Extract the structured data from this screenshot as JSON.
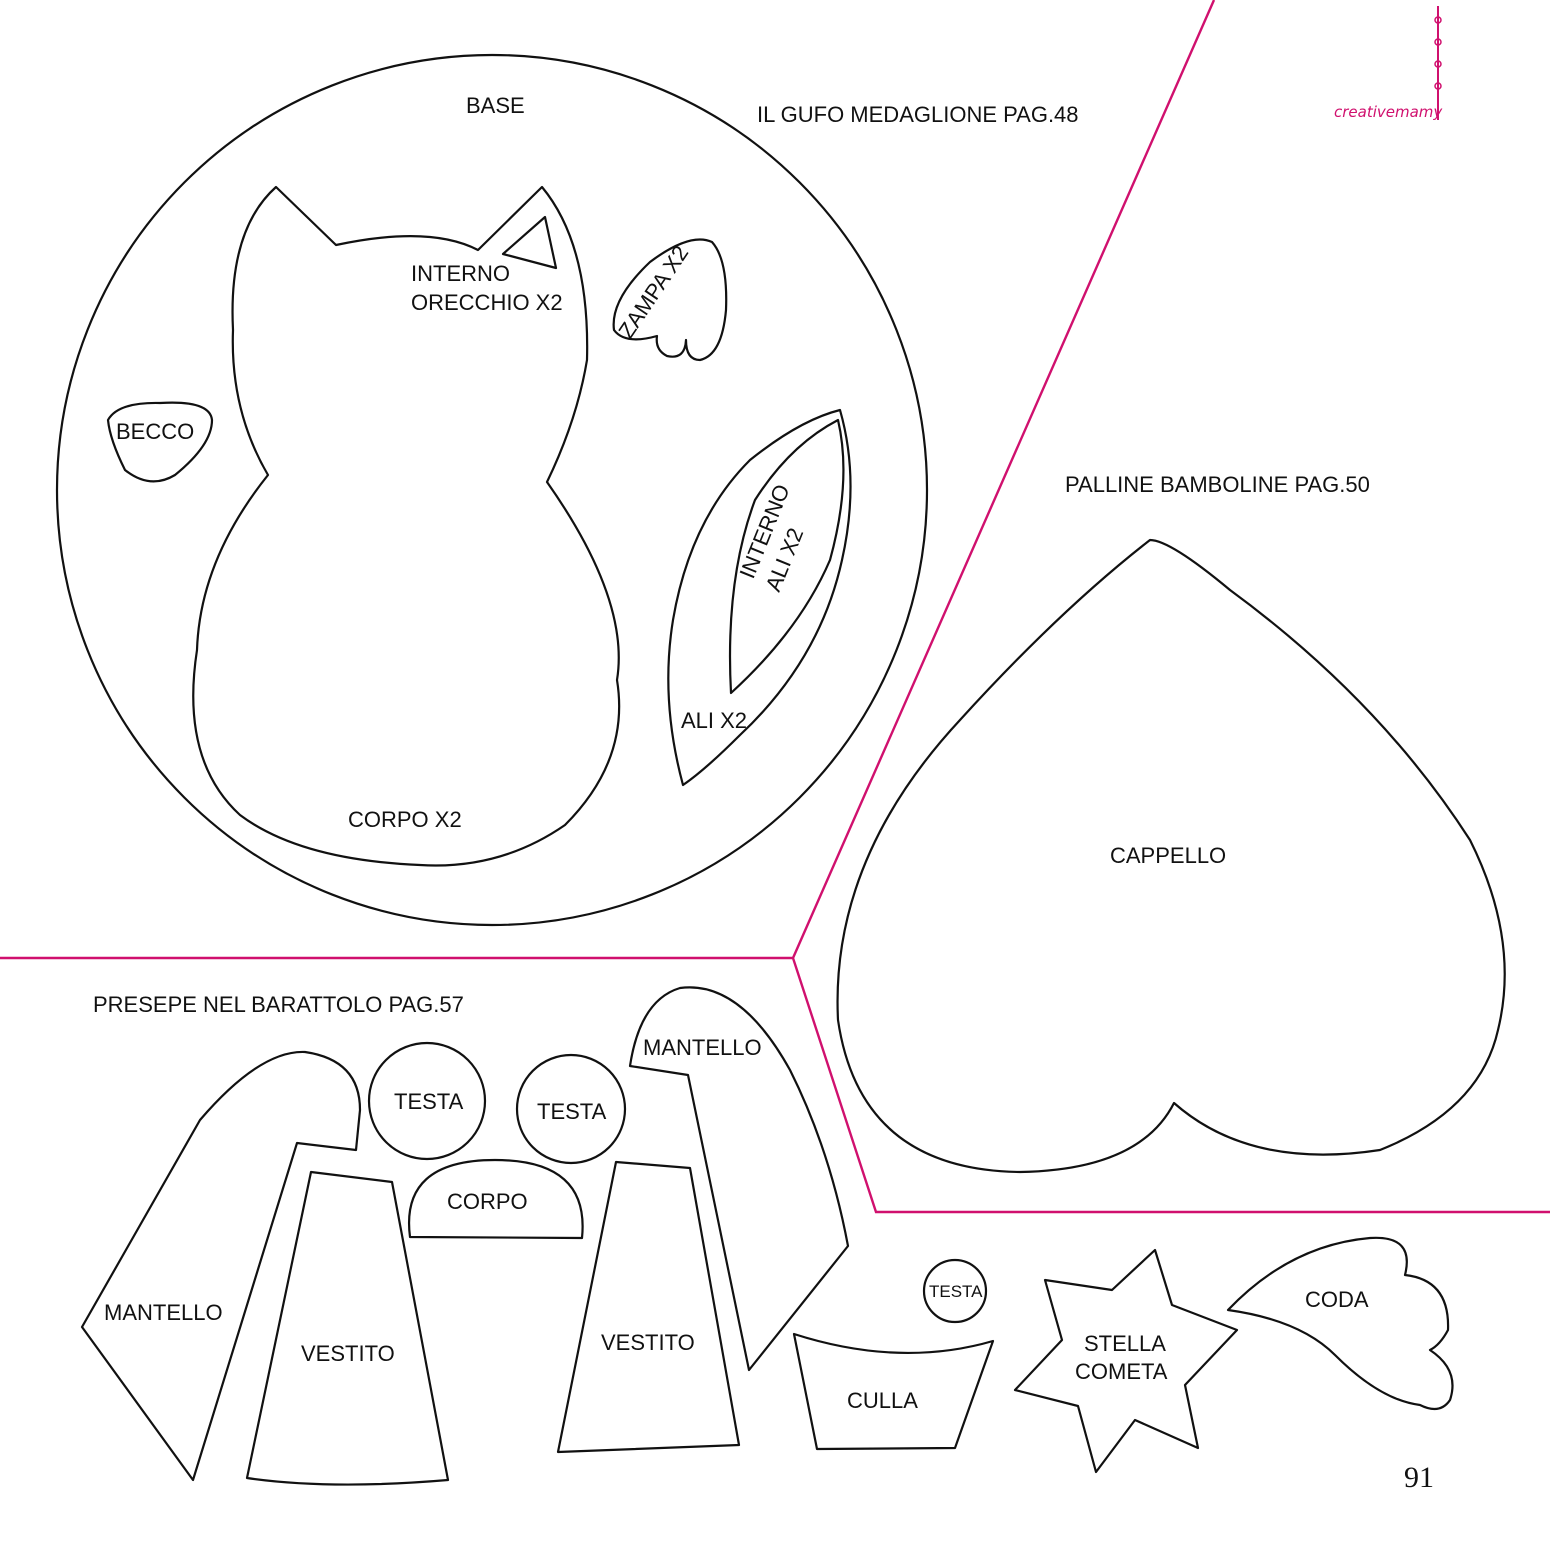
{
  "sections": {
    "gufo": {
      "title": "IL GUFO MEDAGLIONE PAG.48",
      "labels": {
        "base": "BASE",
        "interno_orecchio_1": "INTERNO",
        "interno_orecchio_2": "ORECCHIO X2",
        "zampa": "ZAMPA X2",
        "becco": "BECCO",
        "interno_ali_1": "INTERNO",
        "interno_ali_2": "ALI X2",
        "ali": "ALI X2",
        "corpo": "CORPO X2"
      }
    },
    "palline": {
      "title": "PALLINE BAMBOLINE PAG.50",
      "labels": {
        "cappello": "CAPPELLO"
      }
    },
    "presepe": {
      "title": "PRESEPE NEL BARATTOLO PAG.57",
      "labels": {
        "mantello_left": "MANTELLO",
        "vestito_left": "VESTITO",
        "testa_1": "TESTA",
        "testa_2": "TESTA",
        "corpo": "CORPO",
        "mantello_right": "MANTELLO",
        "vestito_right": "VESTITO",
        "testa_small": "TESTA",
        "culla": "CULLA",
        "stella_1": "STELLA",
        "stella_2": "COMETA",
        "coda": "CODA"
      }
    }
  },
  "brand": "creativemamy",
  "page_number": "91",
  "colors": {
    "accent": "#d0106e",
    "outline": "#111111"
  }
}
